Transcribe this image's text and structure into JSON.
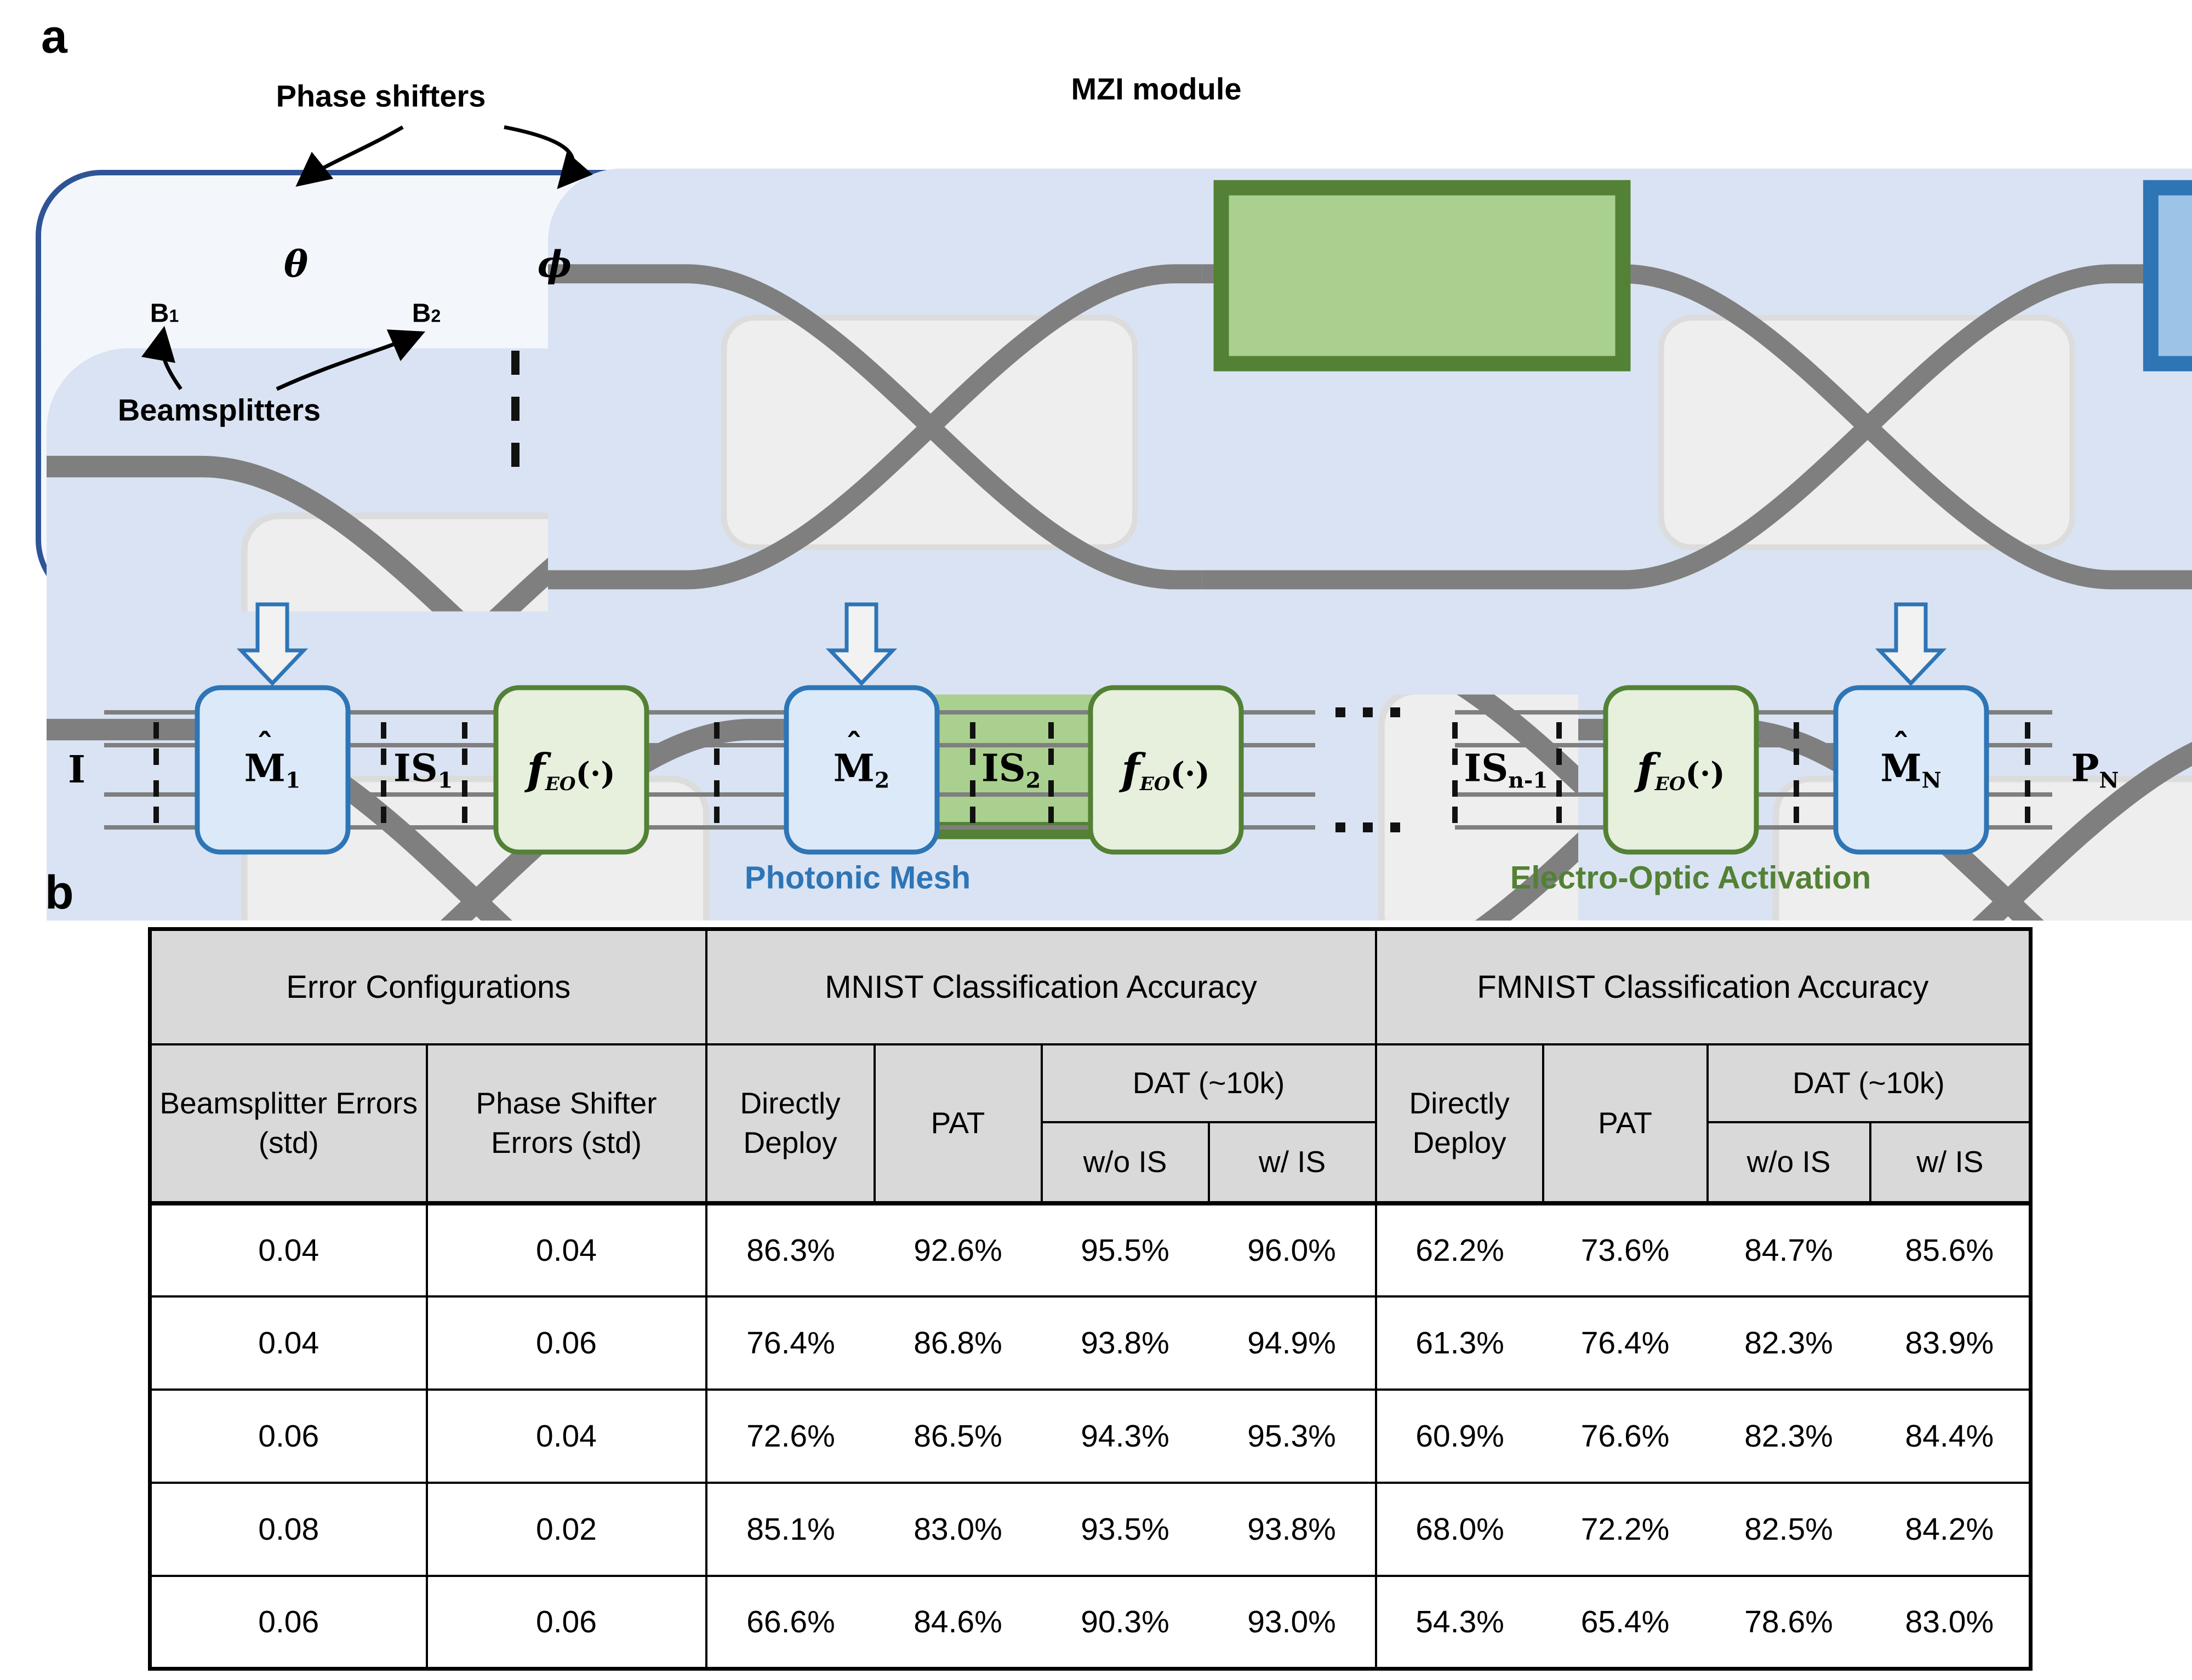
{
  "panel_a": {
    "label": "a",
    "annotations": {
      "phase_shifters": "Phase shifters",
      "beamsplitters": "Beamsplitters",
      "mzi_module": "MZI module",
      "photonic_mesh": "Photonic Mesh",
      "eo_activation": "Electro-Optic Activation"
    },
    "symbols": {
      "theta": "θ",
      "phi": "ϕ",
      "hat": "ˆ",
      "b": "B",
      "b1_sub": "1",
      "b2_sub": "2",
      "input": "I",
      "m": "M",
      "m1_sub": "1",
      "m2_sub": "2",
      "mn_sub": "N",
      "is": "IS",
      "is1_sub": "1",
      "is2_sub": "2",
      "isn_sub": "n-1",
      "f": "f",
      "f_sub": "EO",
      "f_args": "(·)",
      "p": "P",
      "p_sub": "N"
    }
  },
  "panel_b": {
    "label": "b",
    "table": {
      "group_headers": [
        "Error Configurations",
        "MNIST Classification Accuracy",
        "FMNIST Classification Accuracy"
      ],
      "col_headers": {
        "beamsplitter": "Beamsplitter Errors (std)",
        "phase_shifter": "Phase Shifter Errors (std)",
        "directly_deploy": "Directly Deploy",
        "pat": "PAT",
        "dat": "DAT (~10k)",
        "wo_is": "w/o IS",
        "w_is": "w/ IS"
      },
      "rows": [
        {
          "bs": "0.04",
          "ps": "0.04",
          "m": [
            "86.3%",
            "92.6%",
            "95.5%",
            "96.0%"
          ],
          "f": [
            "62.2%",
            "73.6%",
            "84.7%",
            "85.6%"
          ]
        },
        {
          "bs": "0.04",
          "ps": "0.06",
          "m": [
            "76.4%",
            "86.8%",
            "93.8%",
            "94.9%"
          ],
          "f": [
            "61.3%",
            "76.4%",
            "82.3%",
            "83.9%"
          ]
        },
        {
          "bs": "0.06",
          "ps": "0.04",
          "m": [
            "72.6%",
            "86.5%",
            "94.3%",
            "95.3%"
          ],
          "f": [
            "60.9%",
            "76.6%",
            "82.3%",
            "84.4%"
          ]
        },
        {
          "bs": "0.08",
          "ps": "0.02",
          "m": [
            "85.1%",
            "83.0%",
            "93.5%",
            "93.8%"
          ],
          "f": [
            "68.0%",
            "72.2%",
            "82.5%",
            "84.2%"
          ]
        },
        {
          "bs": "0.06",
          "ps": "0.06",
          "m": [
            "66.6%",
            "84.6%",
            "90.3%",
            "93.0%"
          ],
          "f": [
            "54.3%",
            "65.4%",
            "78.6%",
            "83.0%"
          ]
        }
      ]
    }
  },
  "colors": {
    "accent_blue": "#2e75b6",
    "accent_green": "#538135",
    "phase_shifter_green_fill": "#a9d08e",
    "phase_shifter_blue_fill": "#9dc3e6",
    "mesh_border": "#2f5496",
    "tile_fill": "#dae3f3",
    "header_bg": "#d9d9d9"
  }
}
